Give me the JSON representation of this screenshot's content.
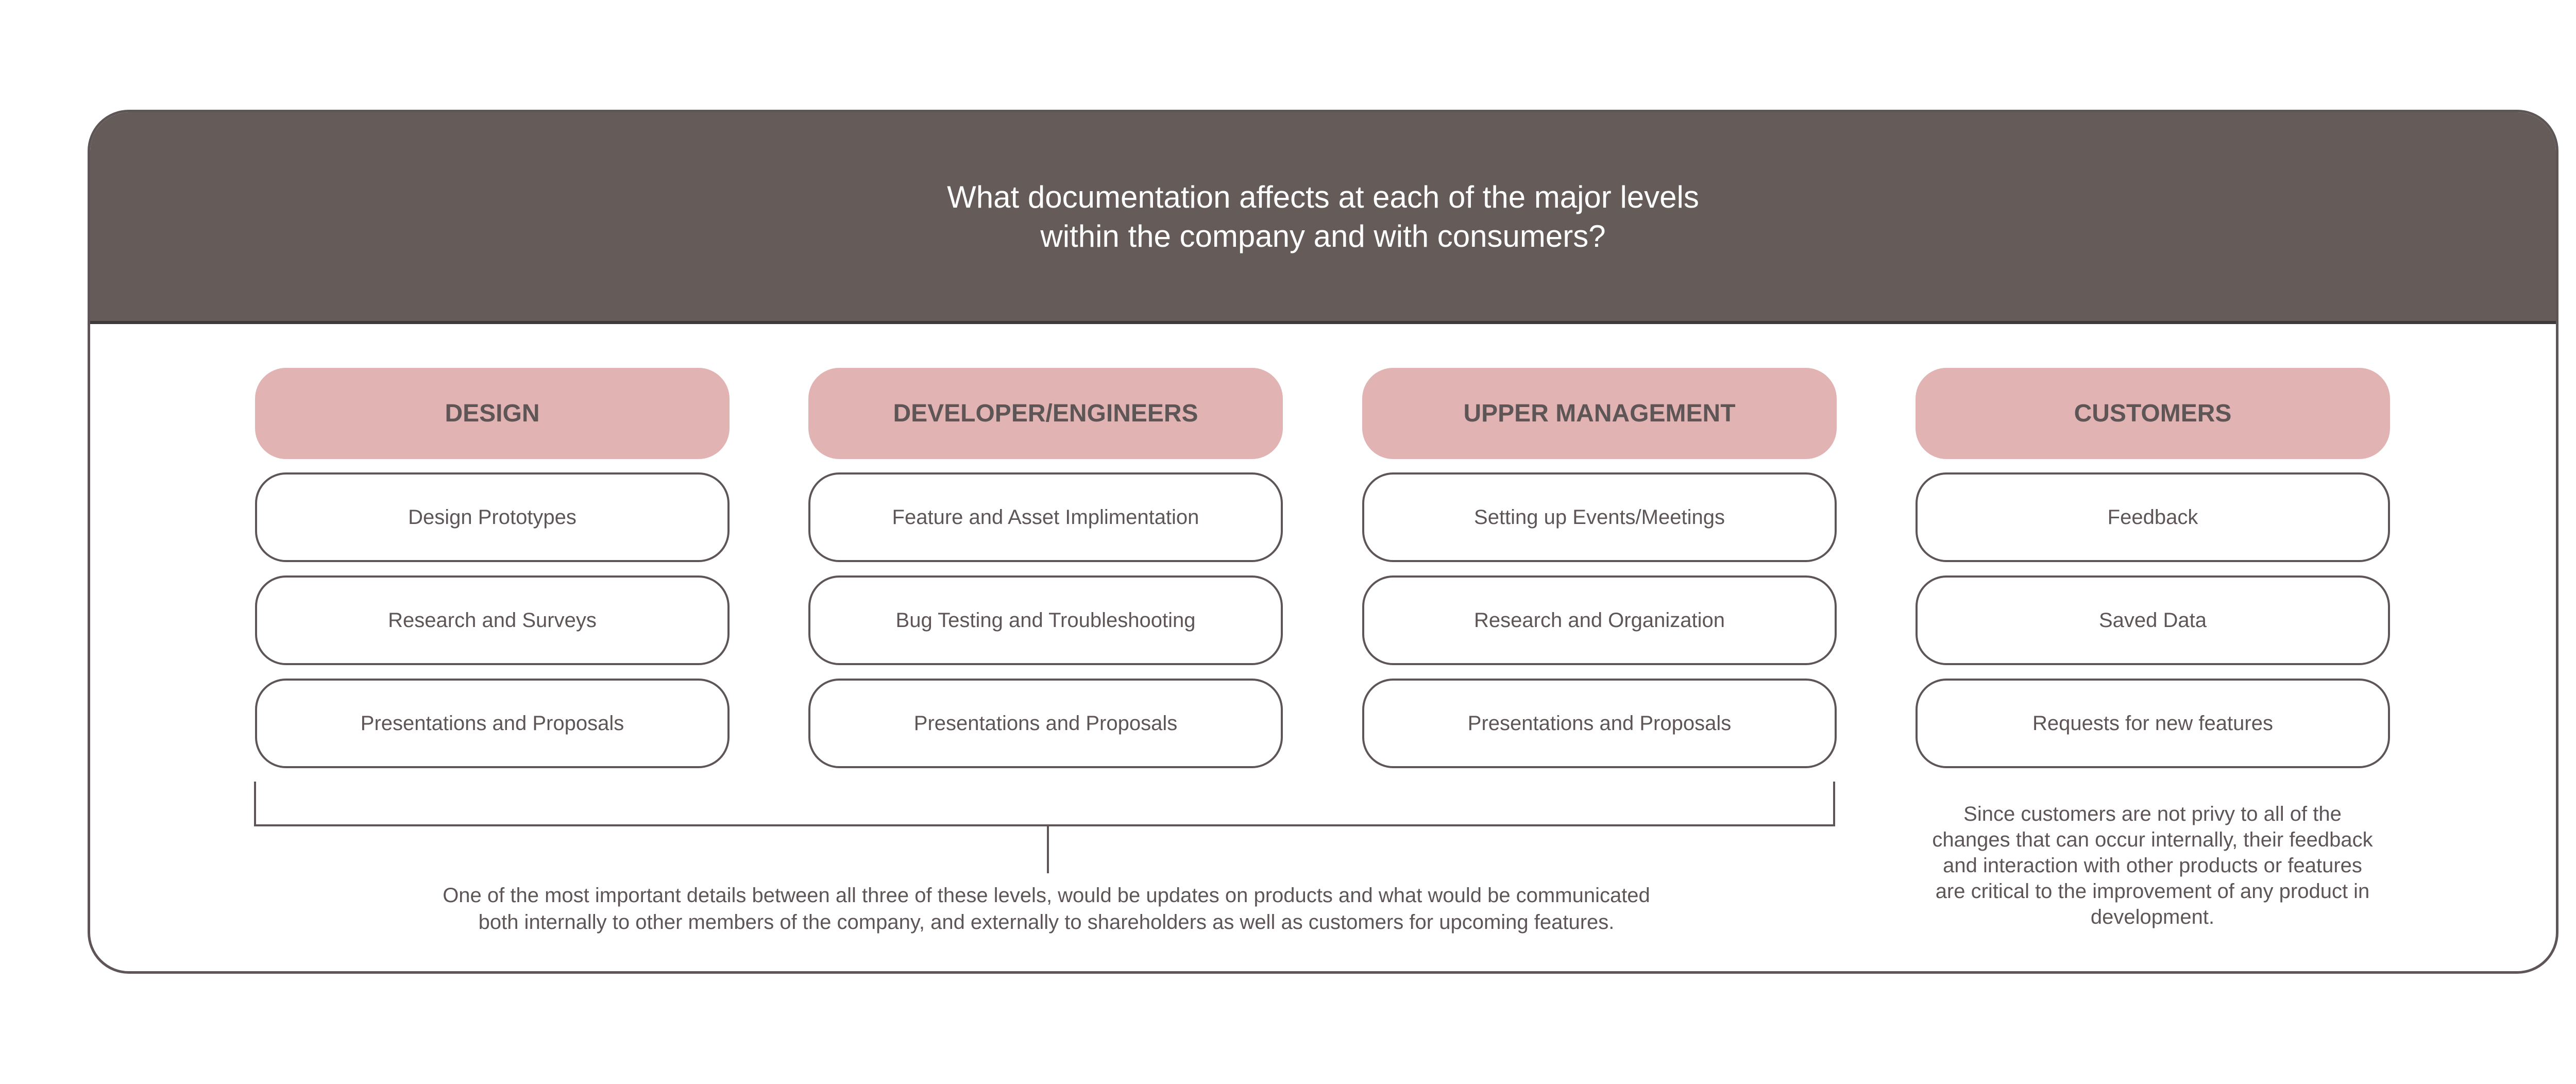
{
  "title": {
    "line1": "What documentation affects at each of the major levels",
    "line2": "within the company and with consumers?"
  },
  "columns": [
    {
      "heading": "DESIGN",
      "items": [
        "Design Prototypes",
        "Research and Surveys",
        "Presentations and Proposals"
      ]
    },
    {
      "heading": "DEVELOPER/ENGINEERS",
      "items": [
        "Feature and Asset Implimentation",
        "Bug Testing and Troubleshooting",
        "Presentations and Proposals"
      ]
    },
    {
      "heading": "UPPER MANAGEMENT",
      "items": [
        "Setting up Events/Meetings",
        "Research and Organization",
        "Presentations and Proposals"
      ]
    },
    {
      "heading": "CUSTOMERS",
      "items": [
        "Feedback",
        "Saved Data",
        "Requests for new features"
      ]
    }
  ],
  "internal_note": {
    "line1": "One of the most important details between all three of these levels, would be updates on products and what would be communicated",
    "line2": "both internally to other members of the company, and externally to shareholders as well as customers for upcoming features."
  },
  "customer_note": {
    "lines": [
      "Since customers are not privy to all of the",
      "changes that can occur internally, their feedback",
      "and interaction with other products or features",
      "are critical to the improvement of any product in",
      "development."
    ]
  },
  "colors": {
    "header_bg": "#655c5a",
    "pill_bg": "#e1b3b2",
    "text": "#5e5656",
    "border": "#5e5656"
  }
}
